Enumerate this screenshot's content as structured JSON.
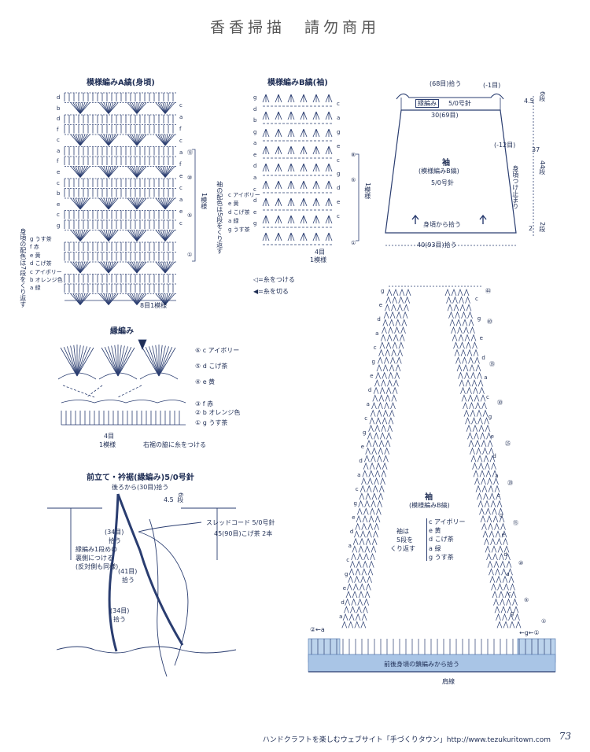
{
  "watermark": "香香掃描　請勿商用",
  "patternA": {
    "title": "模様編みA縞(身頃)",
    "left_letters": [
      "d",
      "b",
      "d",
      "f",
      "c",
      "a",
      "f",
      "e",
      "c",
      "b",
      "e",
      "c",
      "g"
    ],
    "right_letters": [
      "c",
      "a",
      "f",
      "c",
      "a",
      "f",
      "e",
      "c",
      "a",
      "e",
      "c"
    ],
    "row_marks": [
      "⑬",
      "⑩",
      "⑤",
      "①"
    ],
    "repeat_label": "1模様",
    "bottom_label": "8目1模様",
    "legend": [
      "g うす茶",
      "f 赤",
      "e 黄",
      "d こげ茶",
      "c アイボリー",
      "b オレンジ色",
      "a 緑"
    ],
    "side_note": "身頃の配色は7段をくり返す"
  },
  "patternB": {
    "title": "模様編みB縞(袖)",
    "left_letters": [
      "g",
      "d",
      "b",
      "g",
      "a",
      "e",
      "d",
      "a",
      "c",
      "d",
      "e",
      "g"
    ],
    "right_letters": [
      "c",
      "a",
      "g",
      "e",
      "c",
      "g",
      "d",
      "e",
      "c"
    ],
    "row_marks": [
      "⑧",
      "⑤",
      "①"
    ],
    "repeat_label": "1模様",
    "bottom_label": "4目",
    "bottom_label2": "1模様",
    "legend": [
      "c アイボリー",
      "e 黄",
      "d こげ茶",
      "a 緑",
      "g うす茶"
    ],
    "side_note": "袖の配色は5段をくり返す"
  },
  "symbols": {
    "join": "=糸をつける",
    "cut": "=糸を切る"
  },
  "sleeve": {
    "top_label": "(68目)拾う",
    "top_right": "(-1目)",
    "edging": "縁編み",
    "needle_top": "5/0号針",
    "width_top": "30(69目)",
    "mid_right": "(-12目)",
    "title": "袖",
    "subtitle": "(模様編みB縞)",
    "needle": "5/0号針",
    "stop_note": "身頃つけ止まり",
    "pickup": "身頃から拾う",
    "width_bottom": "40(93目)拾う",
    "dim_top": "4.5",
    "dim_top_rows": "6段",
    "dim_mid": "37",
    "dim_mid_rows": "44段",
    "dim_bottom": "2",
    "dim_bottom_rows": "2段"
  },
  "edging": {
    "title": "縁編み",
    "rows": [
      "⑥ c アイボリー",
      "⑤ d こげ茶",
      "④ e 黄",
      "③ f 赤",
      "② b オレンジ色",
      "① g うす茶"
    ],
    "bottom_label": "4目",
    "bottom_label2": "1模様",
    "note": "右裾の脇に糸をつける"
  },
  "front": {
    "title": "前立て・衿裾(縁編み)5/0号針",
    "back_pickup": "後ろから(30目)拾う",
    "dim": "4.5",
    "dim_rows": "6段",
    "cord_title": "スレッドコード 5/0号針",
    "cord_detail": "45(90目)こげ茶 2本",
    "pick1": "(34目)",
    "pick1b": "拾う",
    "note1": "縁編み1段めの",
    "note2": "裏側につける",
    "note3": "(反対側も同様)",
    "pick2": "(41目)",
    "pick2b": "拾う",
    "pick3": "(34目)",
    "pick3b": "拾う"
  },
  "sleeveChart": {
    "title": "袖",
    "subtitle": "(模様編みB縞)",
    "note_a": "袖は",
    "note_b": "5段を",
    "note_c": "くり返す",
    "legend": [
      "c アイボリー",
      "e 黄",
      "d こげ茶",
      "a 緑",
      "g うす茶"
    ],
    "row_marks": [
      "㊹",
      "㊵",
      "㉟",
      "㉚",
      "㉕",
      "⑳",
      "⑮",
      "⑩",
      "⑤",
      "①"
    ],
    "left_letters": [
      "g",
      "e",
      "d",
      "a",
      "c",
      "g",
      "e",
      "d",
      "a",
      "c",
      "g",
      "e",
      "d",
      "a",
      "c",
      "g",
      "e",
      "d",
      "a",
      "c",
      "g",
      "e",
      "d",
      "a"
    ],
    "right_letters": [
      "c",
      "g",
      "e",
      "d",
      "a",
      "c",
      "g",
      "e",
      "d",
      "a",
      "c",
      "g",
      "e",
      "d",
      "a",
      "c",
      "g"
    ],
    "bottom_left": "②←a",
    "bottom_right": "←g←①",
    "pickup": "前後身頃の鎖編みから拾う",
    "shoulder": "肩線"
  },
  "footer": "ハンドクラフトを楽しむウェブサイト「手づくりタウン」http://www.tezukuritown.com",
  "page": "73"
}
